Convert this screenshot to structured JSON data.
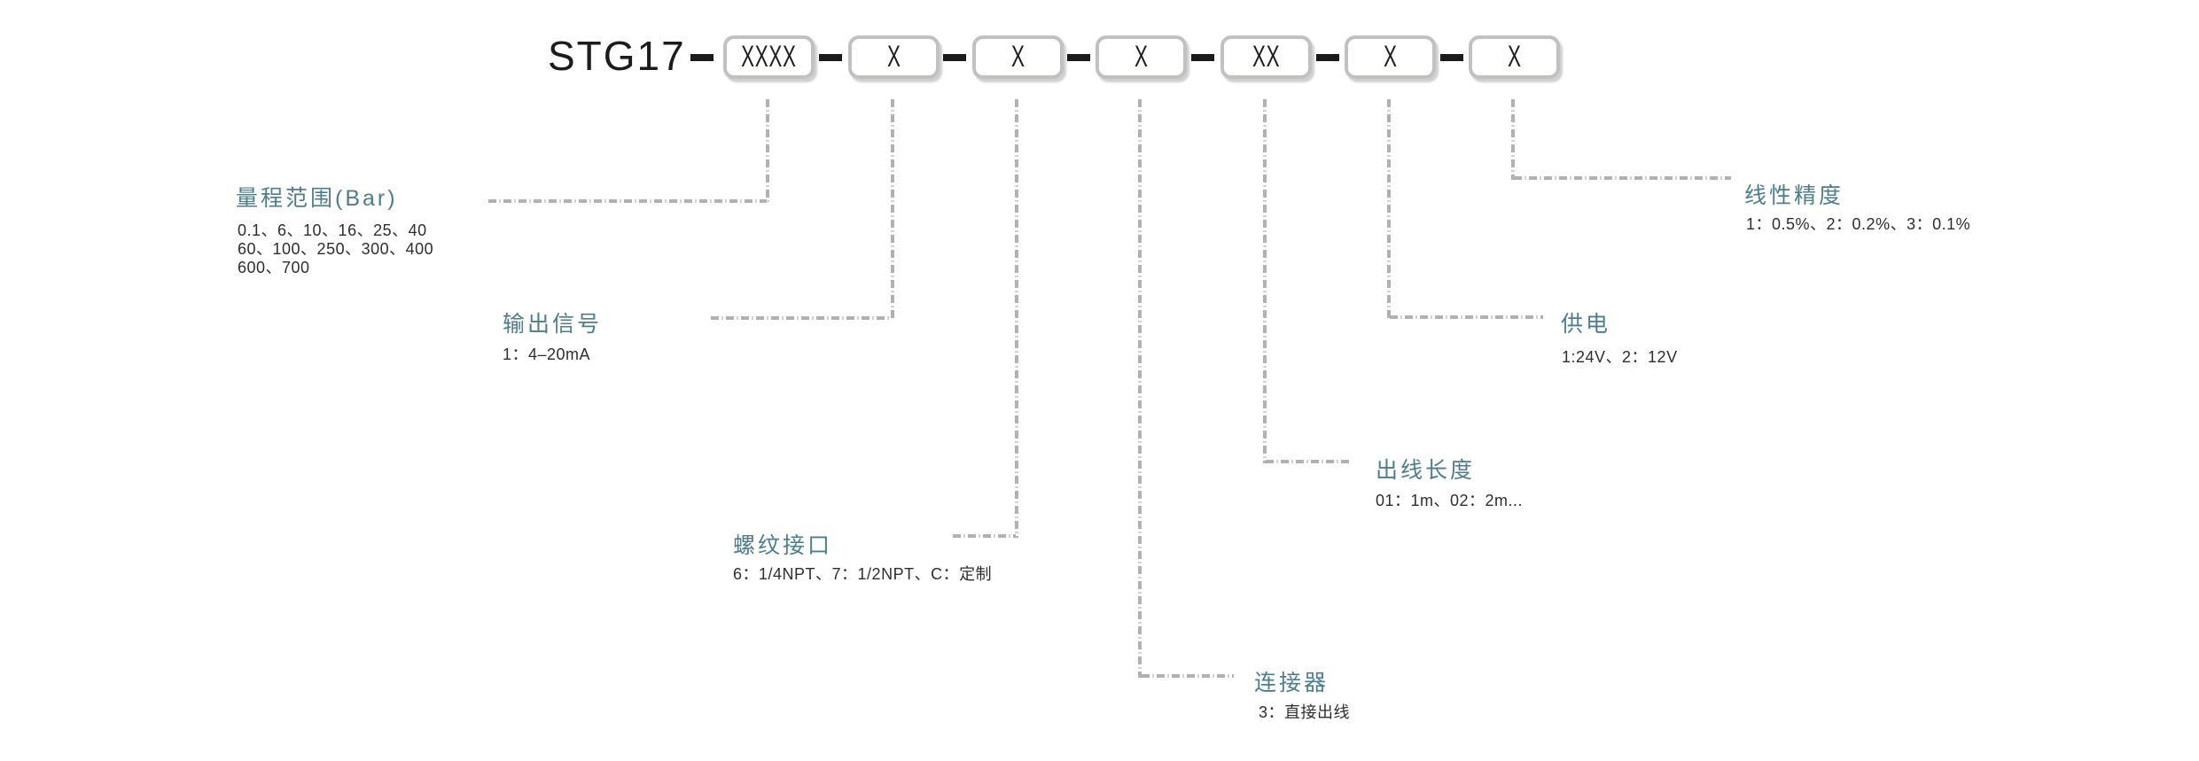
{
  "header": {
    "model": "STG17",
    "boxes": [
      "XXXX",
      "X",
      "X",
      "X",
      "XX",
      "X",
      "X"
    ]
  },
  "labels": {
    "range": {
      "title": "量程范围(Bar)",
      "line1": "0.1、6、10、16、25、40",
      "line2": "60、100、250、300、400",
      "line3": "600、700"
    },
    "output": {
      "title": "输出信号",
      "value": "1：4–20mA"
    },
    "thread": {
      "title": "螺纹接口",
      "value": "6：1/4NPT、7：1/2NPT、C：定制"
    },
    "connector": {
      "title": "连接器",
      "value": "3：直接出线"
    },
    "cable": {
      "title": "出线长度",
      "value": "01：1m、02：2m..."
    },
    "power": {
      "title": "供电",
      "value": "1:24V、2：12V"
    },
    "accuracy": {
      "title": "线性精度",
      "value": "1：0.5%、2：0.2%、3：0.1%"
    }
  },
  "colors": {
    "accent": "#4c7e8c",
    "leader_line": "#b3b0ae",
    "box_border": "#c2c1bf",
    "ink": "#1c1c1c"
  }
}
